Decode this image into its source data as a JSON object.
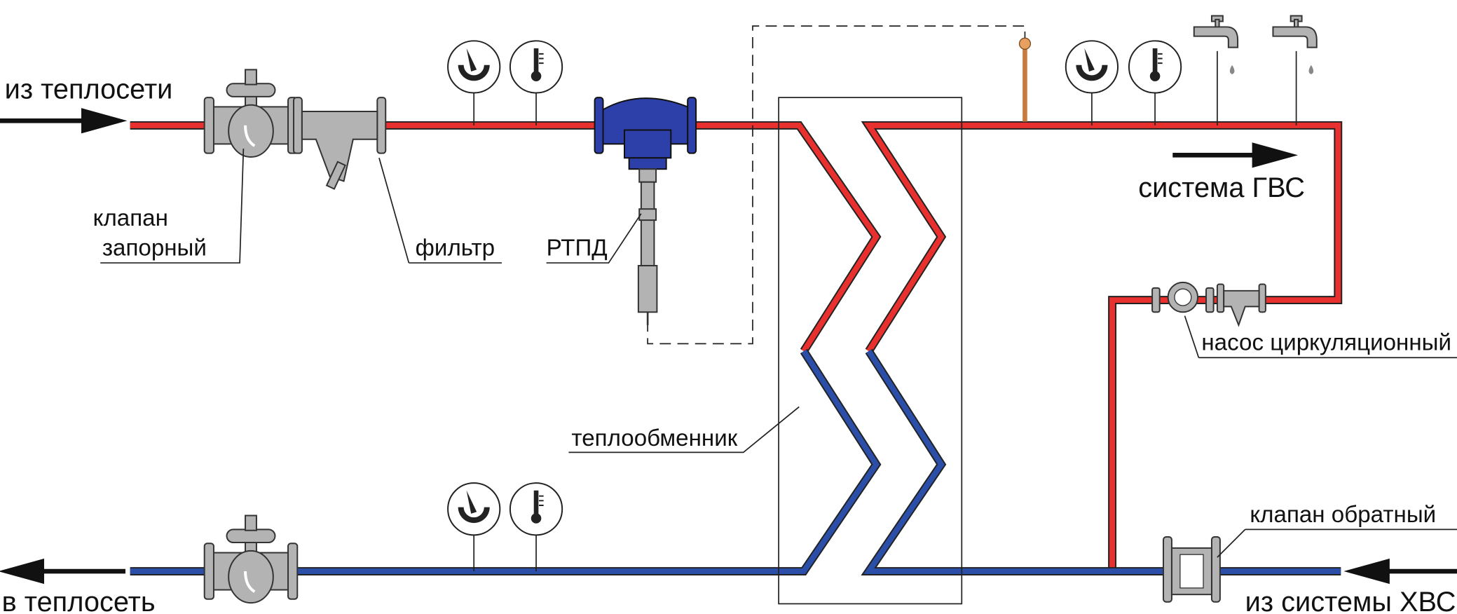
{
  "labels": {
    "from_network": "из теплосети",
    "to_network": "в теплосеть",
    "shutoff_valve_1": "клапан",
    "shutoff_valve_2": "запорный",
    "filter": "фильтр",
    "rtpd": "РТПД",
    "dhw_system": "система ГВС",
    "circ_pump": "насос циркуляционный",
    "heat_exchanger": "теплообменник",
    "check_valve": "клапан обратный",
    "from_cold_water": "из системы ХВС"
  },
  "colors": {
    "hot": "#e8302e",
    "cold": "#2b4fa8",
    "valve": "#b3b3b3",
    "rtpd": "#2d3fa8",
    "sensor": "#e8a060"
  }
}
